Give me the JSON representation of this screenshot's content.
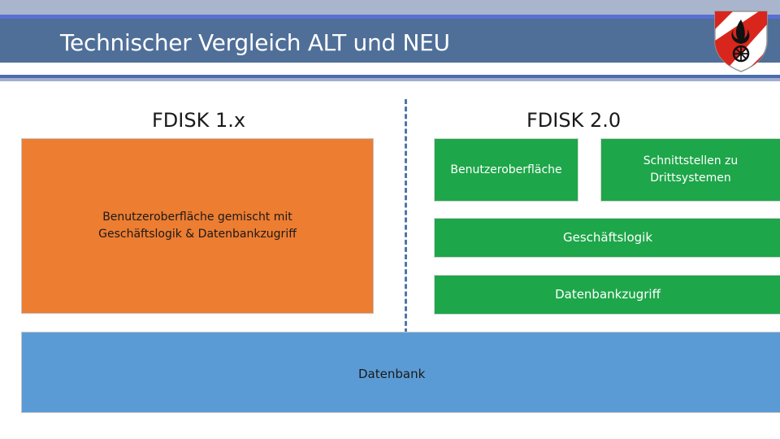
{
  "header": {
    "title": "Technischer Vergleich ALT und NEU"
  },
  "colors": {
    "header_band": "#4f6f98",
    "orange": "#ed7d31",
    "green": "#1ea64a",
    "blue": "#5b9bd5"
  },
  "logo": {
    "icon": "fire-department-shield-icon"
  },
  "left": {
    "heading": "FDISK 1.x",
    "box": "Benutzeroberfläche gemischt mit Geschäftslogik & Datenbankzugriff"
  },
  "right": {
    "heading": "FDISK 2.0",
    "ui_box": "Benutzeroberfläche",
    "interfaces_box": "Schnittstellen zu Drittsystemen",
    "logic_box": "Geschäftslogik",
    "db_access_box": "Datenbankzugriff"
  },
  "shared": {
    "database": "Datenbank"
  }
}
